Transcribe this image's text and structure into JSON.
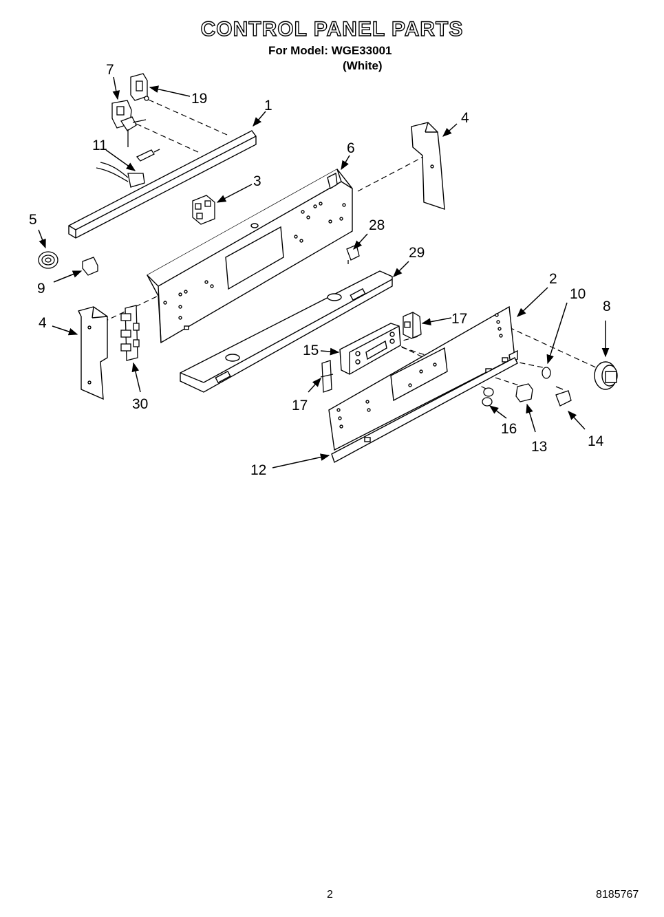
{
  "header": {
    "title": "CONTROL PANEL PARTS",
    "model_line": "For Model: WGE33001",
    "variant": "(White)"
  },
  "callouts": [
    {
      "id": "c1",
      "label": "1"
    },
    {
      "id": "c2",
      "label": "2"
    },
    {
      "id": "c3",
      "label": "3"
    },
    {
      "id": "c4a",
      "label": "4"
    },
    {
      "id": "c4b",
      "label": "4"
    },
    {
      "id": "c5",
      "label": "5"
    },
    {
      "id": "c6",
      "label": "6"
    },
    {
      "id": "c7",
      "label": "7"
    },
    {
      "id": "c8",
      "label": "8"
    },
    {
      "id": "c9",
      "label": "9"
    },
    {
      "id": "c10",
      "label": "10"
    },
    {
      "id": "c11",
      "label": "11"
    },
    {
      "id": "c12",
      "label": "12"
    },
    {
      "id": "c13",
      "label": "13"
    },
    {
      "id": "c14",
      "label": "14"
    },
    {
      "id": "c15",
      "label": "15"
    },
    {
      "id": "c16",
      "label": "16"
    },
    {
      "id": "c17a",
      "label": "17"
    },
    {
      "id": "c17b",
      "label": "17"
    },
    {
      "id": "c19",
      "label": "19"
    },
    {
      "id": "c28",
      "label": "28"
    },
    {
      "id": "c29",
      "label": "29"
    },
    {
      "id": "c30",
      "label": "30"
    }
  ],
  "footer": {
    "page_number": "2",
    "document_number": "8185767"
  }
}
